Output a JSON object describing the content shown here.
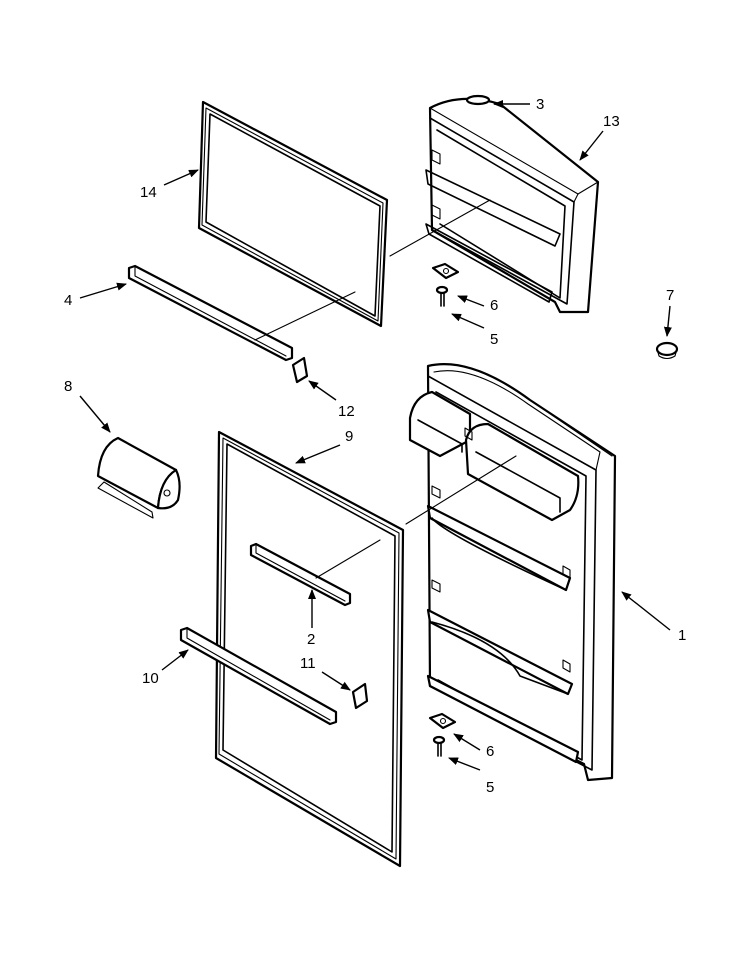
{
  "callouts": [
    {
      "id": "c1",
      "label": "1"
    },
    {
      "id": "c2",
      "label": "2"
    },
    {
      "id": "c3",
      "label": "3"
    },
    {
      "id": "c4",
      "label": "4"
    },
    {
      "id": "c5a",
      "label": "5"
    },
    {
      "id": "c5b",
      "label": "5"
    },
    {
      "id": "c6a",
      "label": "6"
    },
    {
      "id": "c6b",
      "label": "6"
    },
    {
      "id": "c7",
      "label": "7"
    },
    {
      "id": "c8",
      "label": "8"
    },
    {
      "id": "c9",
      "label": "9"
    },
    {
      "id": "c10",
      "label": "10"
    },
    {
      "id": "c11",
      "label": "11"
    },
    {
      "id": "c12",
      "label": "12"
    },
    {
      "id": "c13",
      "label": "13"
    },
    {
      "id": "c14",
      "label": "14"
    }
  ],
  "colors": {
    "line": "#000000",
    "background": "#ffffff"
  }
}
